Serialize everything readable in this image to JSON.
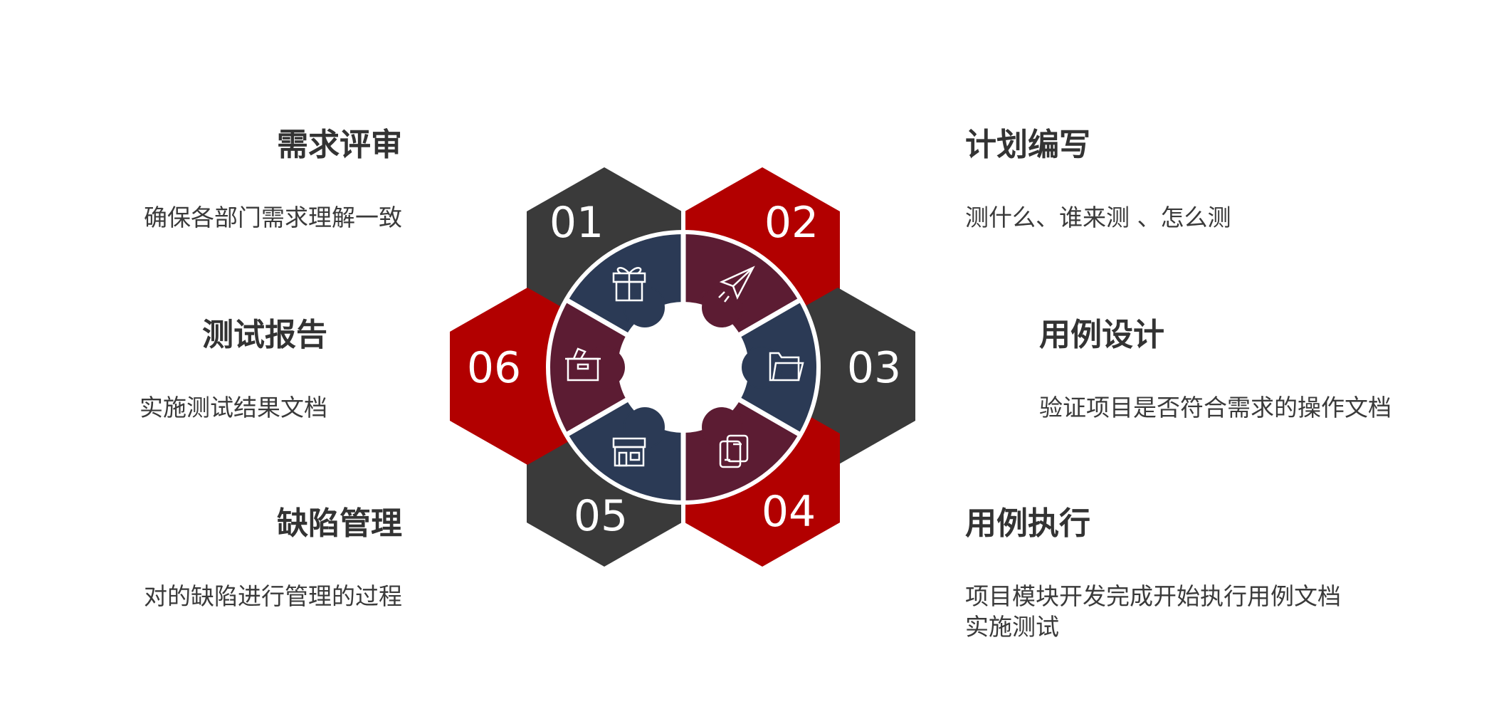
{
  "colors": {
    "dark_hex": "#3a3a3a",
    "red_hex": "#b20000",
    "navy_petal": "#2b3a55",
    "maroon_petal": "#5c1c33",
    "text": "#333333"
  },
  "steps": [
    {
      "num": "01",
      "title": "需求评审",
      "desc": "确保各部门需求理解一致",
      "icon": "gift-icon"
    },
    {
      "num": "02",
      "title": "计划编写",
      "desc": "测什么、谁来测 、怎么测",
      "icon": "paper-plane-icon"
    },
    {
      "num": "03",
      "title": "用例设计",
      "desc": "验证项目是否符合需求的操作文档",
      "icon": "folder-icon"
    },
    {
      "num": "04",
      "title": "用例执行",
      "desc": "项目模块开发完成开始执行用例文档实施测试",
      "icon": "documents-icon"
    },
    {
      "num": "05",
      "title": "缺陷管理",
      "desc": "对的缺陷进行管理的过程",
      "icon": "store-icon"
    },
    {
      "num": "06",
      "title": "测试报告",
      "desc": "实施测试结果文档",
      "icon": "box-icon"
    }
  ]
}
